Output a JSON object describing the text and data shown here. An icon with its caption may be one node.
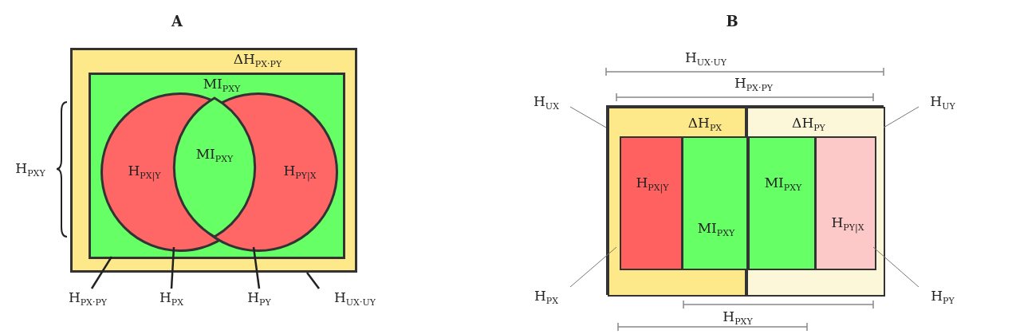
{
  "diagram": {
    "nodes": [
      {
        "text": [
          "ΔH$_{PX·PY}$"
        ]
      },
      {
        "text": [
          "MI$_{PXY}$"
        ],
        "in": 0
      },
      {
        "text": [
          "H$_{PX|Y}$"
        ],
        "in": 1
      },
      {
        "text": [
          "MI$_{PXY}$"
        ]
      },
      {
        "text": [
          "H$_{PY|X}$"
        ],
        "in": 1
      },
      {
        "text": [
          "H$_{PX·PY}$"
        ]
      },
      {
        "text": [
          "H$_{PX}$"
        ]
      },
      {
        "text": [
          "H$_{PY}$"
        ]
      },
      {
        "text": [
          "H$_{UX·UY}$"
        ]
      },
      {
        "text": [],
        "shape": "box"
      },
      {
        "text": [
          "ΔH$_{PX}$"
        ],
        "in": 9
      },
      {
        "text": [
          "ΔH$_{PY}$"
        ],
        "in": 9
      },
      {
        "text": [
          "H$_{PX|Y}$"
        ],
        "in": 10
      },
      {
        "text": [
          "MI$_{PXY}$"
        ],
        "in": 10
      },
      {
        "text": [
          "MI$_{PXY}$"
        ],
        "in": 11
      },
      {
        "text": [
          "H$_{PY|X}$"
        ],
        "in": 11
      },
      {
        "text": [
          "H$_{UX}$"
        ]
      },
      {
        "text": [
          "H$_{UY}$"
        ]
      },
      {
        "text": [
          "H$_{PX}$"
        ]
      },
      {
        "text": [
          "H$_{PY}$"
        ]
      }
    ],
    "edges": [
      {
        "from": 5,
        "to": 1,
        "arrow": "none"
      },
      {
        "from": 6,
        "to": 2,
        "arrow": "none"
      },
      {
        "from": 7,
        "to": 4,
        "arrow": "none"
      },
      {
        "from": 8,
        "to": 0,
        "arrow": "none"
      },
      {
        "from": 16,
        "to": 10,
        "arrow": "none"
      },
      {
        "from": 17,
        "to": 11,
        "arrow": "none"
      },
      {
        "from": 18,
        "to": 12,
        "arrow": "none"
      },
      {
        "from": 19,
        "to": 15,
        "arrow": "none"
      }
    ],
    "labels": [
      "A",
      "H$_{PXY}$",
      "B",
      "H$_{UX·UY}$",
      "H$_{PX·PY}$",
      "H$_{PXY}$"
    ]
  }
}
